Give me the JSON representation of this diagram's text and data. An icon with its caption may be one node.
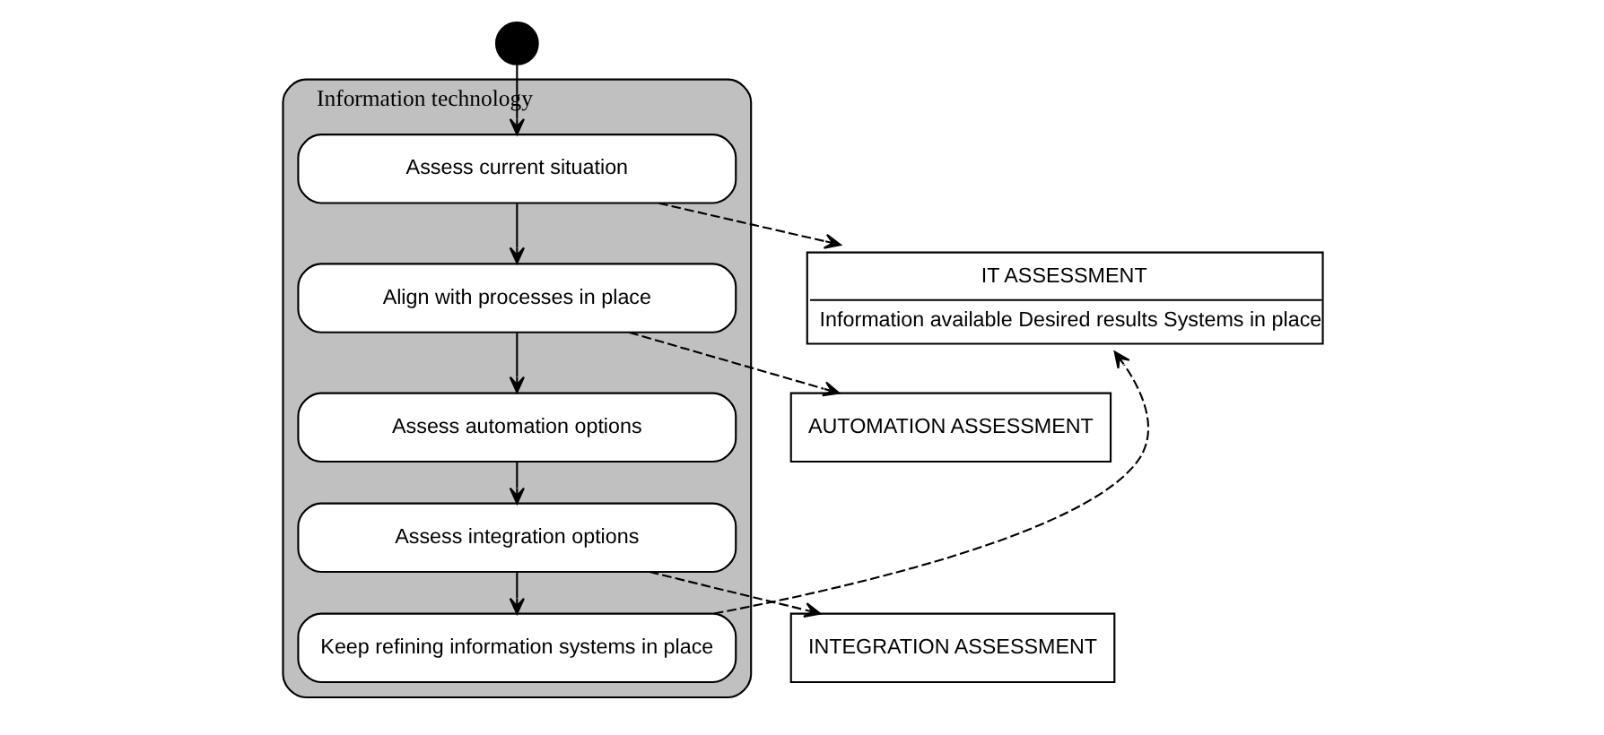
{
  "diagram": {
    "nodes": [
      {
        "text": [],
        "shape": "circle"
      },
      {
        "text": [
          "Information technology"
        ]
      },
      {
        "text": [
          "Assess current situation"
        ],
        "in": 1
      },
      {
        "text": [
          "Align with processes in place"
        ],
        "in": 1
      },
      {
        "text": [
          "Assess automation options"
        ],
        "in": 1
      },
      {
        "text": [
          "Assess integration options"
        ],
        "in": 1
      },
      {
        "text": [
          "Keep refining information systems in place"
        ],
        "in": 1
      },
      {
        "text": [
          "IT ASSESSMENT",
          "Information available Desired results Systems in place"
        ]
      },
      {
        "text": [
          "AUTOMATION ASSESSMENT"
        ]
      },
      {
        "text": [
          "INTEGRATION ASSESSMENT"
        ]
      }
    ],
    "edges": [
      {
        "from": 0,
        "to": 2,
        "arrow": "to"
      },
      {
        "from": 2,
        "to": 3,
        "arrow": "to"
      },
      {
        "from": 3,
        "to": 4,
        "arrow": "to"
      },
      {
        "from": 4,
        "to": 5,
        "arrow": "to"
      },
      {
        "from": 5,
        "to": 6,
        "arrow": "to"
      },
      {
        "from": 2,
        "to": 7,
        "arrow": "to",
        "style": "dashed"
      },
      {
        "from": 3,
        "to": 8,
        "arrow": "to",
        "style": "dashed"
      },
      {
        "from": 5,
        "to": 9,
        "arrow": "to",
        "style": "dashed"
      },
      {
        "from": 6,
        "to": 7,
        "arrow": "to",
        "style": "dashed"
      }
    ]
  }
}
